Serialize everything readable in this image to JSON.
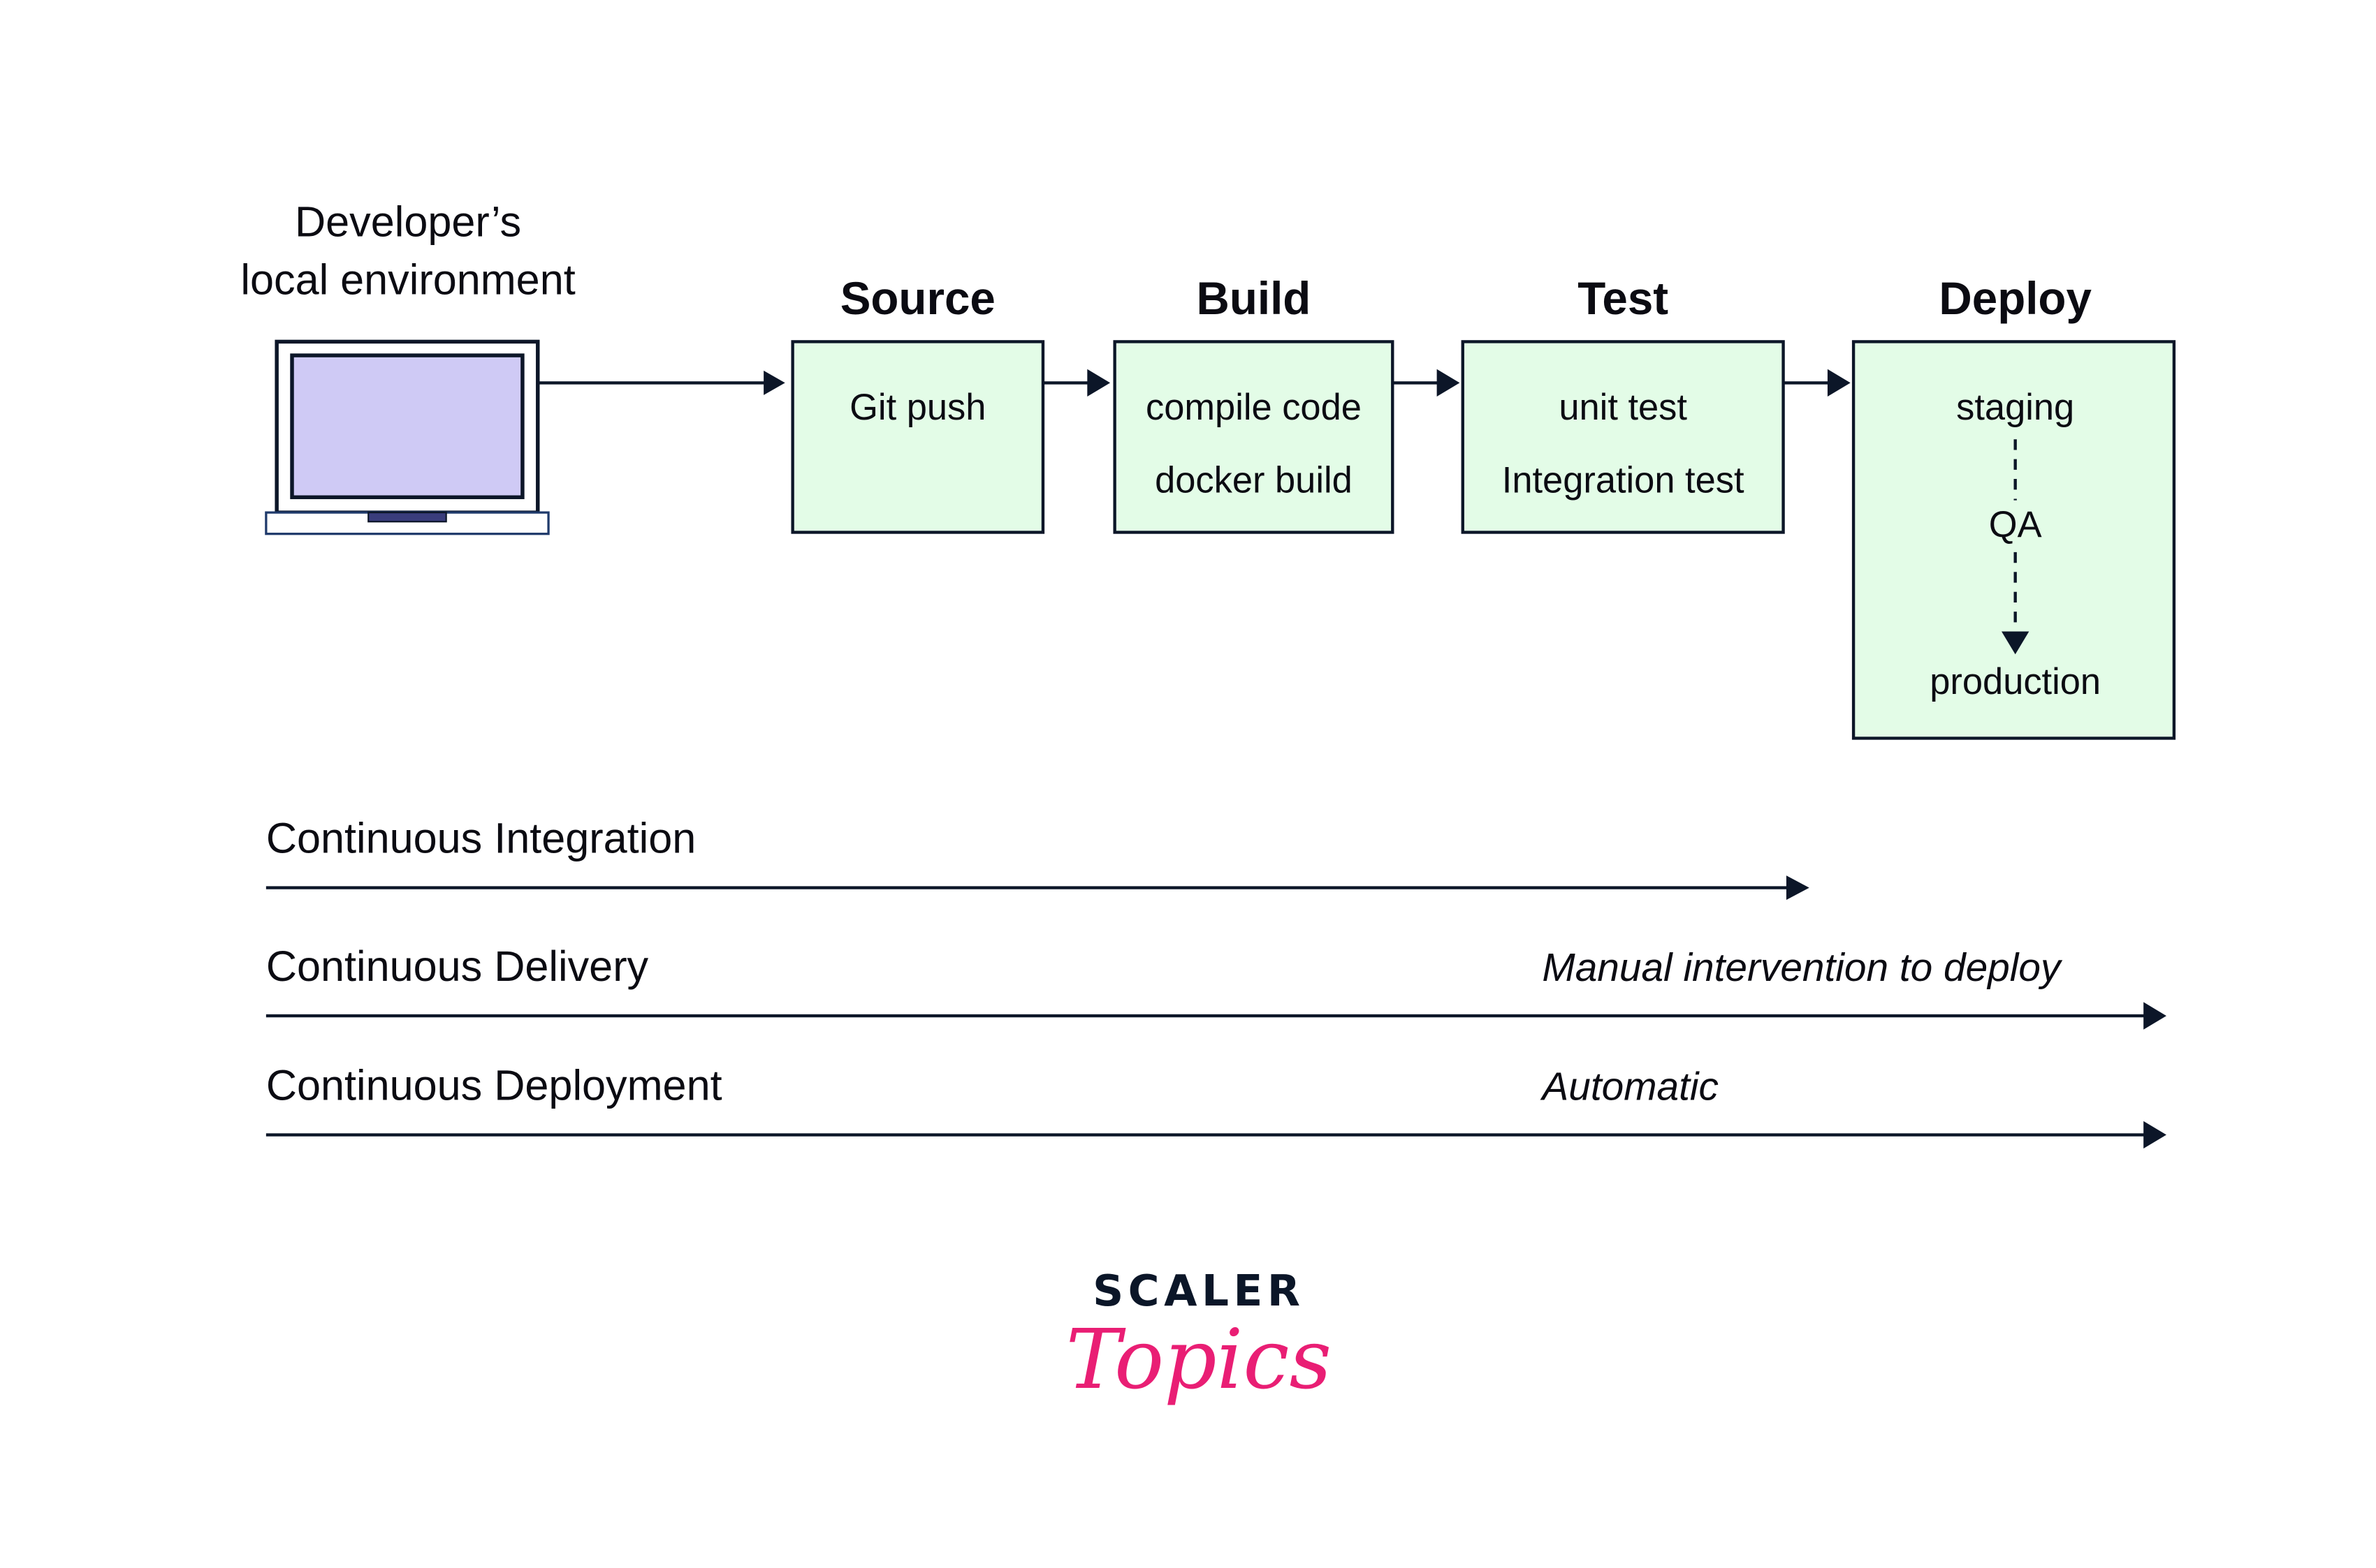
{
  "diagram": {
    "developer": {
      "label_line1": "Developer’s",
      "label_line2": "local environment",
      "icon": "laptop-icon",
      "colors": {
        "screen": "#cfcaf5",
        "stand": "#3a3d7c"
      }
    },
    "stages": [
      {
        "title": "Source",
        "items": [
          "Git push"
        ]
      },
      {
        "title": "Build",
        "items": [
          "compile code",
          "docker build"
        ]
      },
      {
        "title": "Test",
        "items": [
          "unit test",
          "Integration test"
        ]
      },
      {
        "title": "Deploy",
        "items": [
          "staging",
          "QA",
          "production"
        ]
      }
    ],
    "lanes": [
      {
        "label": "Continuous Integration",
        "note": ""
      },
      {
        "label": "Continuous Delivery",
        "note": "Manual intervention to deploy"
      },
      {
        "label": "Continuous Deployment",
        "note": "Automatic"
      }
    ],
    "colors": {
      "box_fill": "#e3fce7",
      "stroke": "#0c1628",
      "brand_pink": "#e91e74"
    }
  },
  "logo": {
    "line1": "SCALER",
    "line2": "Topics"
  }
}
